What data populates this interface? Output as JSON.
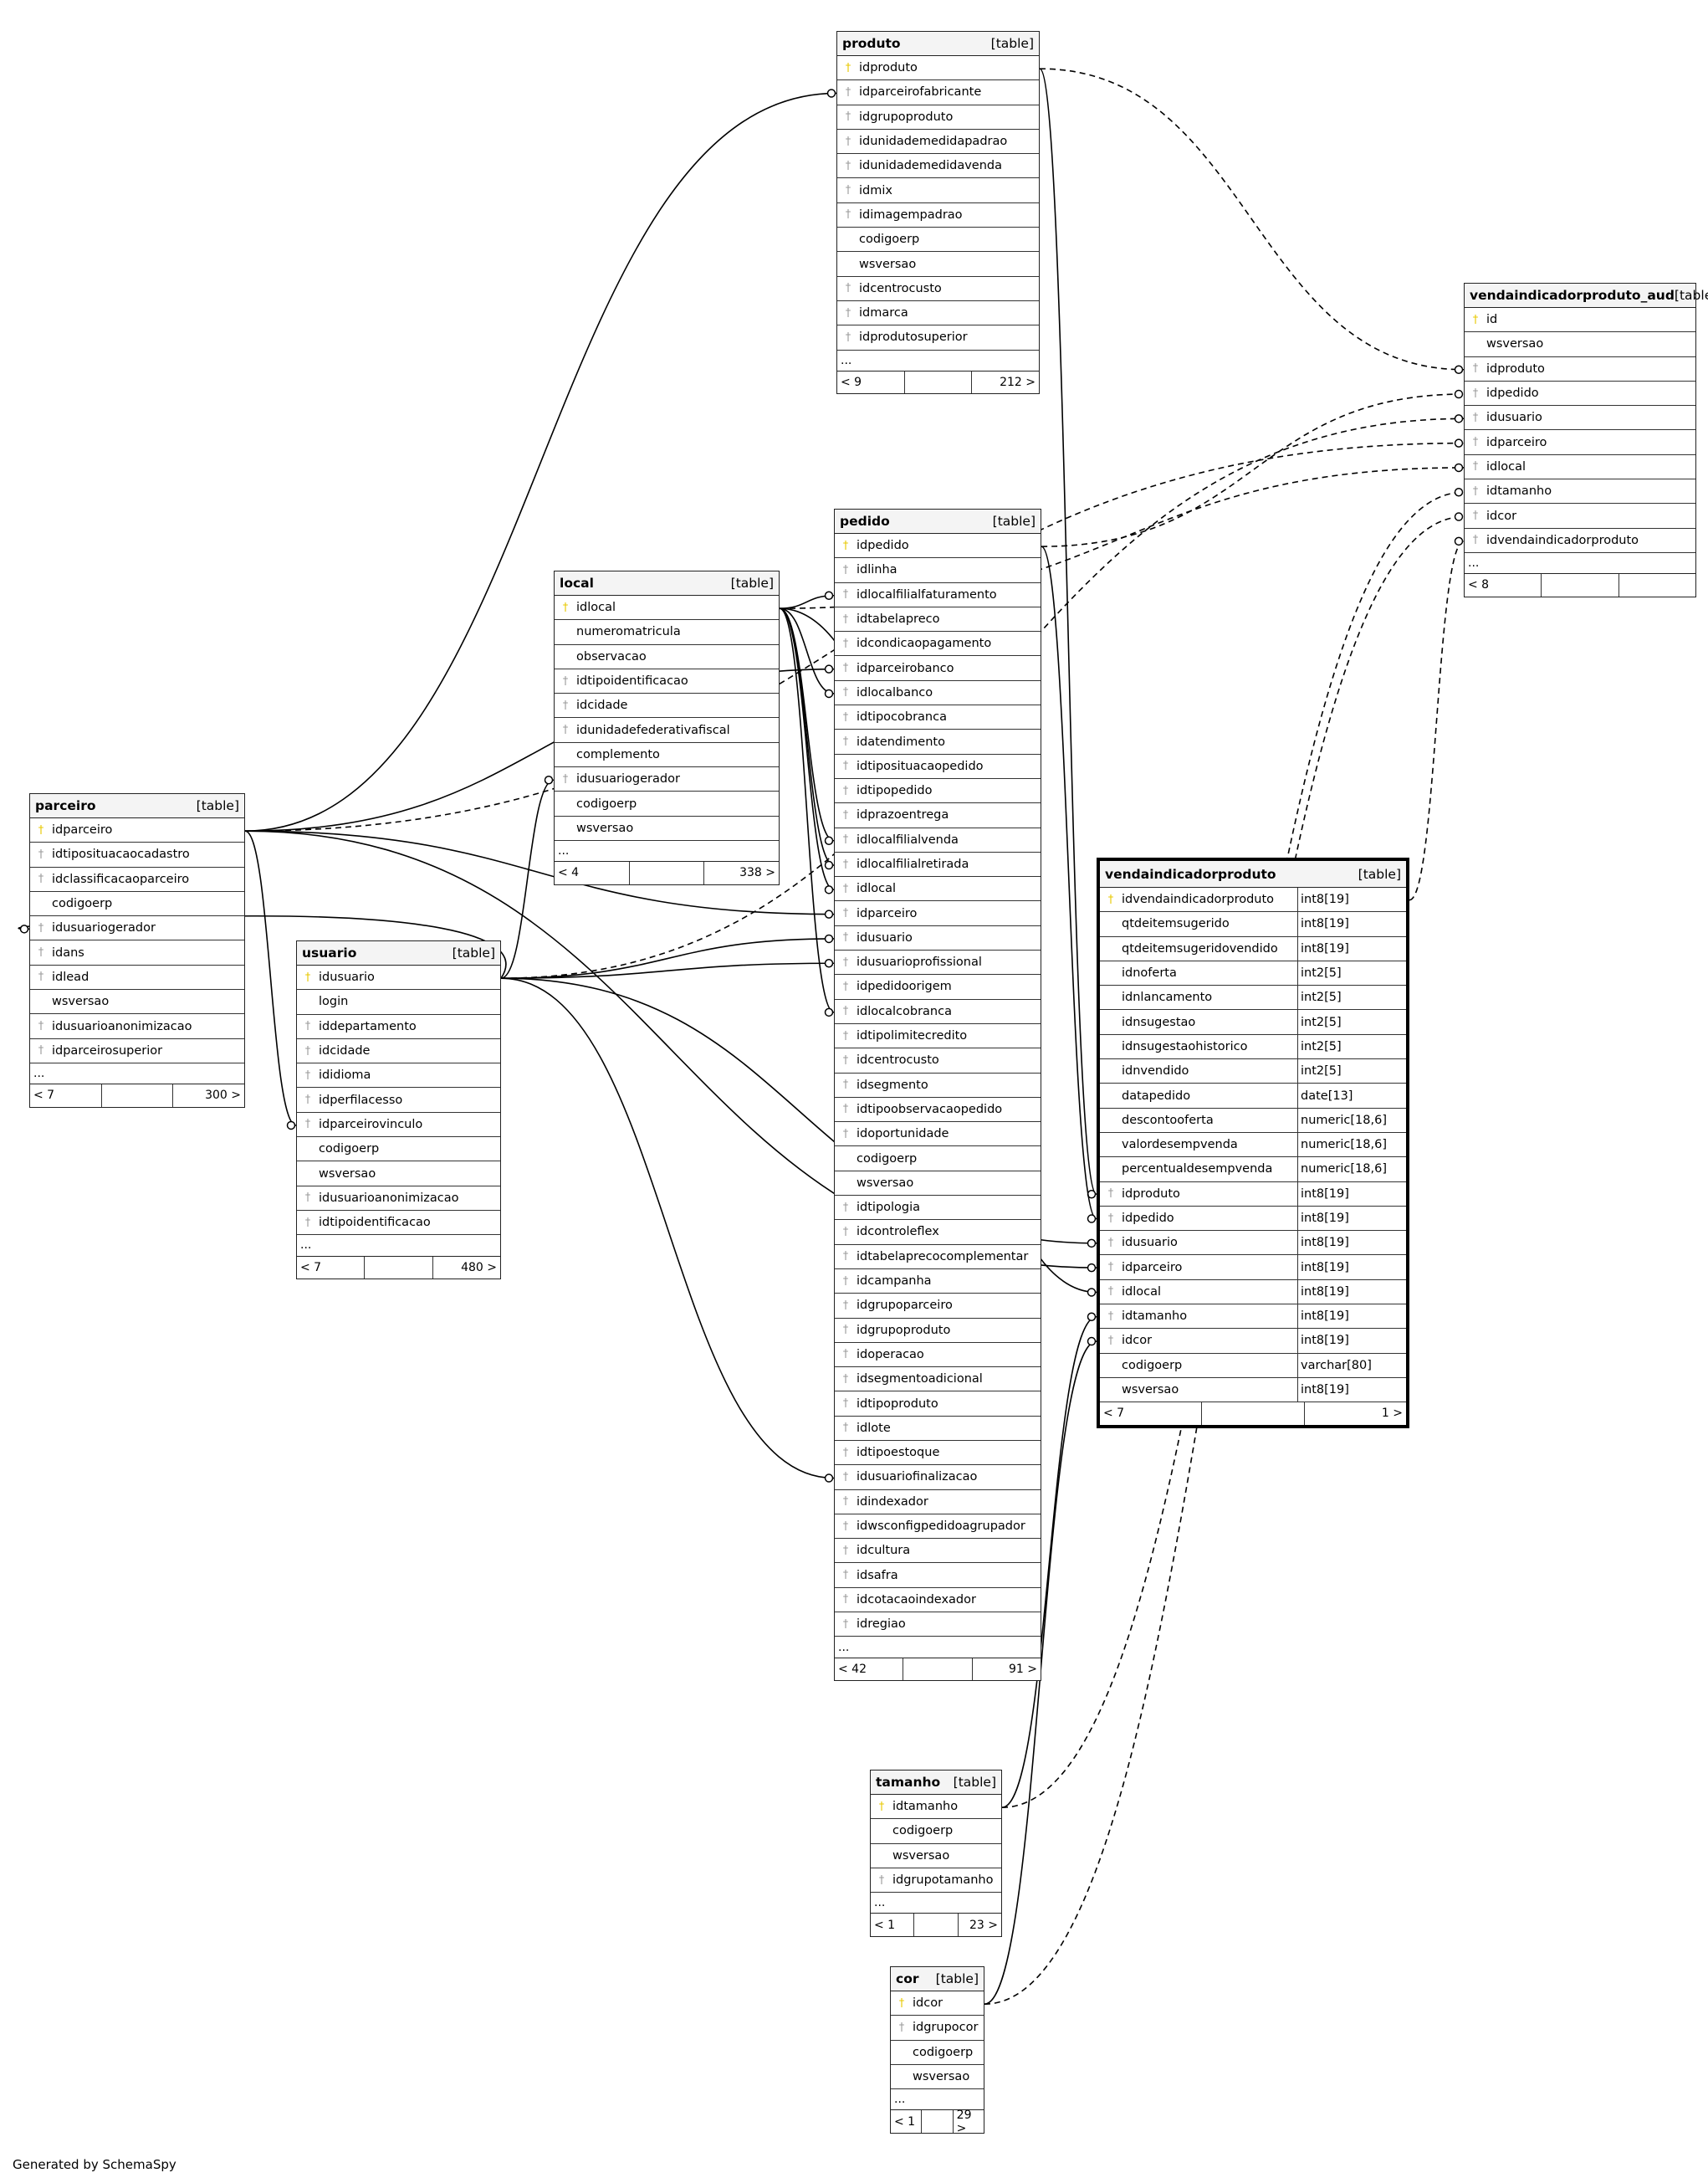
{
  "tables": [
    {
      "id": "produto",
      "name": "produto",
      "tag": "[table]",
      "focus": false,
      "columns": [
        {
          "name": "idproduto",
          "key": "pk"
        },
        {
          "name": "idparceirofabricante",
          "key": "fk"
        },
        {
          "name": "idgrupoproduto",
          "key": "fk"
        },
        {
          "name": "idunidademedidapadrao",
          "key": "fk"
        },
        {
          "name": "idunidademedidavenda",
          "key": "fk"
        },
        {
          "name": "idmix",
          "key": "fk"
        },
        {
          "name": "idimagempadrao",
          "key": "fk"
        },
        {
          "name": "codigoerp",
          "key": ""
        },
        {
          "name": "wsversao",
          "key": ""
        },
        {
          "name": "idcentrocusto",
          "key": "fk"
        },
        {
          "name": "idmarca",
          "key": "fk"
        },
        {
          "name": "idprodutosuperior",
          "key": "fk"
        }
      ],
      "more": "...",
      "footer": [
        "< 9",
        "",
        "212 >"
      ]
    },
    {
      "id": "vendaindicadorproduto_aud",
      "name": "vendaindicadorproduto_aud",
      "tag": "[table]",
      "focus": false,
      "columns": [
        {
          "name": "id",
          "key": "pk"
        },
        {
          "name": "wsversao",
          "key": ""
        },
        {
          "name": "idproduto",
          "key": "fk"
        },
        {
          "name": "idpedido",
          "key": "fk"
        },
        {
          "name": "idusuario",
          "key": "fk"
        },
        {
          "name": "idparceiro",
          "key": "fk"
        },
        {
          "name": "idlocal",
          "key": "fk"
        },
        {
          "name": "idtamanho",
          "key": "fk"
        },
        {
          "name": "idcor",
          "key": "fk"
        },
        {
          "name": "idvendaindicadorproduto",
          "key": "fk"
        }
      ],
      "more": "...",
      "footer": [
        "< 8",
        "",
        ""
      ]
    },
    {
      "id": "local",
      "name": "local",
      "tag": "[table]",
      "focus": false,
      "columns": [
        {
          "name": "idlocal",
          "key": "pk"
        },
        {
          "name": "numeromatricula",
          "key": ""
        },
        {
          "name": "observacao",
          "key": ""
        },
        {
          "name": "idtipoidentificacao",
          "key": "fk"
        },
        {
          "name": "idcidade",
          "key": "fk"
        },
        {
          "name": "idunidadefederativafiscal",
          "key": "fk"
        },
        {
          "name": "complemento",
          "key": ""
        },
        {
          "name": "idusuariogerador",
          "key": "fk"
        },
        {
          "name": "codigoerp",
          "key": ""
        },
        {
          "name": "wsversao",
          "key": ""
        }
      ],
      "more": "...",
      "footer": [
        "< 4",
        "",
        "338 >"
      ]
    },
    {
      "id": "pedido",
      "name": "pedido",
      "tag": "[table]",
      "focus": false,
      "columns": [
        {
          "name": "idpedido",
          "key": "pk"
        },
        {
          "name": "idlinha",
          "key": "fk"
        },
        {
          "name": "idlocalfilialfaturamento",
          "key": "fk"
        },
        {
          "name": "idtabelapreco",
          "key": "fk"
        },
        {
          "name": "idcondicaopagamento",
          "key": "fk"
        },
        {
          "name": "idparceirobanco",
          "key": "fk"
        },
        {
          "name": "idlocalbanco",
          "key": "fk"
        },
        {
          "name": "idtipocobranca",
          "key": "fk"
        },
        {
          "name": "idatendimento",
          "key": "fk"
        },
        {
          "name": "idtiposituacaopedido",
          "key": "fk"
        },
        {
          "name": "idtipopedido",
          "key": "fk"
        },
        {
          "name": "idprazoentrega",
          "key": "fk"
        },
        {
          "name": "idlocalfilialvenda",
          "key": "fk"
        },
        {
          "name": "idlocalfilialretirada",
          "key": "fk"
        },
        {
          "name": "idlocal",
          "key": "fk"
        },
        {
          "name": "idparceiro",
          "key": "fk"
        },
        {
          "name": "idusuario",
          "key": "fk"
        },
        {
          "name": "idusuarioprofissional",
          "key": "fk"
        },
        {
          "name": "idpedidoorigem",
          "key": "fk"
        },
        {
          "name": "idlocalcobranca",
          "key": "fk"
        },
        {
          "name": "idtipolimitecredito",
          "key": "fk"
        },
        {
          "name": "idcentrocusto",
          "key": "fk"
        },
        {
          "name": "idsegmento",
          "key": "fk"
        },
        {
          "name": "idtipoobservacaopedido",
          "key": "fk"
        },
        {
          "name": "idoportunidade",
          "key": "fk"
        },
        {
          "name": "codigoerp",
          "key": ""
        },
        {
          "name": "wsversao",
          "key": ""
        },
        {
          "name": "idtipologia",
          "key": "fk"
        },
        {
          "name": "idcontroleflex",
          "key": "fk"
        },
        {
          "name": "idtabelaprecocomplementar",
          "key": "fk"
        },
        {
          "name": "idcampanha",
          "key": "fk"
        },
        {
          "name": "idgrupoparceiro",
          "key": "fk"
        },
        {
          "name": "idgrupoproduto",
          "key": "fk"
        },
        {
          "name": "idoperacao",
          "key": "fk"
        },
        {
          "name": "idsegmentoadicional",
          "key": "fk"
        },
        {
          "name": "idtipoproduto",
          "key": "fk"
        },
        {
          "name": "idlote",
          "key": "fk"
        },
        {
          "name": "idtipoestoque",
          "key": "fk"
        },
        {
          "name": "idusuariofinalizacao",
          "key": "fk"
        },
        {
          "name": "idindexador",
          "key": "fk"
        },
        {
          "name": "idwsconfigpedidoagrupador",
          "key": "fk"
        },
        {
          "name": "idcultura",
          "key": "fk"
        },
        {
          "name": "idsafra",
          "key": "fk"
        },
        {
          "name": "idcotacaoindexador",
          "key": "fk"
        },
        {
          "name": "idregiao",
          "key": "fk"
        }
      ],
      "more": "...",
      "footer": [
        "< 42",
        "",
        "91 >"
      ]
    },
    {
      "id": "parceiro",
      "name": "parceiro",
      "tag": "[table]",
      "focus": false,
      "columns": [
        {
          "name": "idparceiro",
          "key": "pk"
        },
        {
          "name": "idtiposituacaocadastro",
          "key": "fk"
        },
        {
          "name": "idclassificacaoparceiro",
          "key": "fk"
        },
        {
          "name": "codigoerp",
          "key": ""
        },
        {
          "name": "idusuariogerador",
          "key": "fk"
        },
        {
          "name": "idans",
          "key": "fk"
        },
        {
          "name": "idlead",
          "key": "fk"
        },
        {
          "name": "wsversao",
          "key": ""
        },
        {
          "name": "idusuarioanonimizacao",
          "key": "fk"
        },
        {
          "name": "idparceirosuperior",
          "key": "fk"
        }
      ],
      "more": "...",
      "footer": [
        "< 7",
        "",
        "300 >"
      ]
    },
    {
      "id": "usuario",
      "name": "usuario",
      "tag": "[table]",
      "focus": false,
      "columns": [
        {
          "name": "idusuario",
          "key": "pk"
        },
        {
          "name": "login",
          "key": ""
        },
        {
          "name": "iddepartamento",
          "key": "fk"
        },
        {
          "name": "idcidade",
          "key": "fk"
        },
        {
          "name": "ididioma",
          "key": "fk"
        },
        {
          "name": "idperfilacesso",
          "key": "fk"
        },
        {
          "name": "idparceirovinculo",
          "key": "fk"
        },
        {
          "name": "codigoerp",
          "key": ""
        },
        {
          "name": "wsversao",
          "key": ""
        },
        {
          "name": "idusuarioanonimizacao",
          "key": "fk"
        },
        {
          "name": "idtipoidentificacao",
          "key": "fk"
        }
      ],
      "more": "...",
      "footer": [
        "< 7",
        "",
        "480 >"
      ]
    },
    {
      "id": "vendaindicadorproduto",
      "name": "vendaindicadorproduto",
      "tag": "[table]",
      "focus": true,
      "columns": [
        {
          "name": "idvendaindicadorproduto",
          "key": "pk",
          "type": "int8[19]"
        },
        {
          "name": "qtdeitemsugerido",
          "key": "",
          "type": "int8[19]"
        },
        {
          "name": "qtdeitemsugeridovendido",
          "key": "",
          "type": "int8[19]"
        },
        {
          "name": "idnoferta",
          "key": "",
          "type": "int2[5]"
        },
        {
          "name": "idnlancamento",
          "key": "",
          "type": "int2[5]"
        },
        {
          "name": "idnsugestao",
          "key": "",
          "type": "int2[5]"
        },
        {
          "name": "idnsugestaohistorico",
          "key": "",
          "type": "int2[5]"
        },
        {
          "name": "idnvendido",
          "key": "",
          "type": "int2[5]"
        },
        {
          "name": "datapedido",
          "key": "",
          "type": "date[13]"
        },
        {
          "name": "descontooferta",
          "key": "",
          "type": "numeric[18,6]"
        },
        {
          "name": "valordesempvenda",
          "key": "",
          "type": "numeric[18,6]"
        },
        {
          "name": "percentualdesempvenda",
          "key": "",
          "type": "numeric[18,6]"
        },
        {
          "name": "idproduto",
          "key": "fk",
          "type": "int8[19]"
        },
        {
          "name": "idpedido",
          "key": "fk",
          "type": "int8[19]"
        },
        {
          "name": "idusuario",
          "key": "fk",
          "type": "int8[19]"
        },
        {
          "name": "idparceiro",
          "key": "fk",
          "type": "int8[19]"
        },
        {
          "name": "idlocal",
          "key": "fk",
          "type": "int8[19]"
        },
        {
          "name": "idtamanho",
          "key": "fk",
          "type": "int8[19]"
        },
        {
          "name": "idcor",
          "key": "fk",
          "type": "int8[19]"
        },
        {
          "name": "codigoerp",
          "key": "",
          "type": "varchar[80]"
        },
        {
          "name": "wsversao",
          "key": "",
          "type": "int8[19]"
        }
      ],
      "more": "",
      "footer": [
        "< 7",
        "",
        "1 >"
      ]
    },
    {
      "id": "tamanho",
      "name": "tamanho",
      "tag": "[table]",
      "focus": false,
      "columns": [
        {
          "name": "idtamanho",
          "key": "pk"
        },
        {
          "name": "codigoerp",
          "key": ""
        },
        {
          "name": "wsversao",
          "key": ""
        },
        {
          "name": "idgrupotamanho",
          "key": "fk"
        }
      ],
      "more": "...",
      "footer": [
        "< 1",
        "",
        "23 >"
      ]
    },
    {
      "id": "cor",
      "name": "cor",
      "tag": "[table]",
      "focus": false,
      "columns": [
        {
          "name": "idcor",
          "key": "pk"
        },
        {
          "name": "idgrupocor",
          "key": "fk"
        },
        {
          "name": "codigoerp",
          "key": ""
        },
        {
          "name": "wsversao",
          "key": ""
        }
      ],
      "more": "...",
      "footer": [
        "< 1",
        "",
        "29 >"
      ]
    }
  ],
  "footer_text": "Generated by SchemaSpy",
  "icons": {
    "pk": "key-icon-gold",
    "fk": "key-icon-gray"
  },
  "colors": {
    "pk": "#e8c800",
    "fk": "#9a9a9a",
    "header_bg": "#f4f4f4",
    "line": "#000000"
  }
}
